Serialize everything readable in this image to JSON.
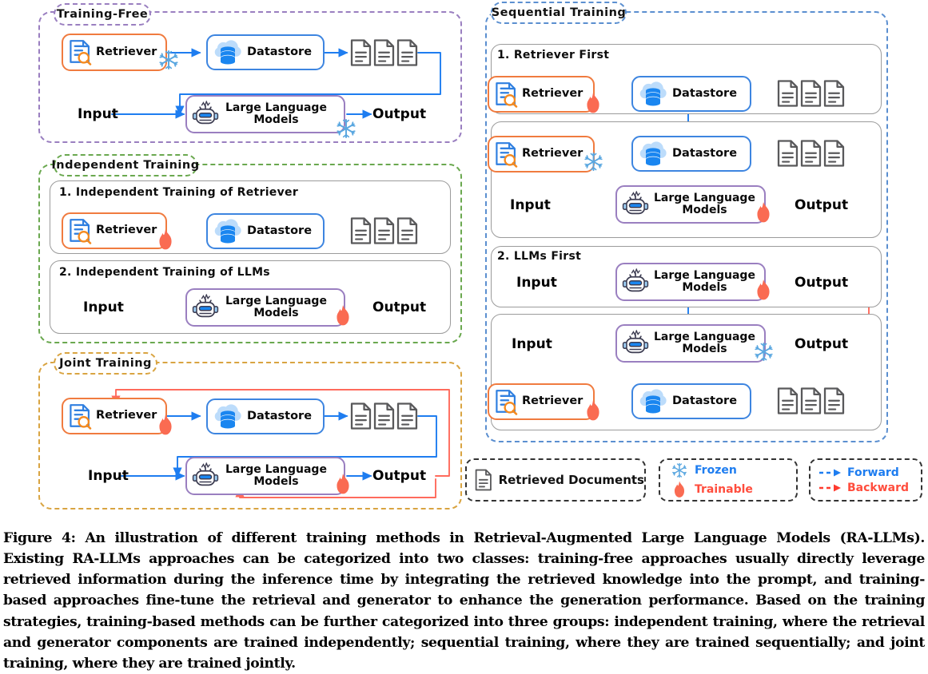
{
  "figure": {
    "caption": "Figure 4: An illustration of different training methods in Retrieval-Augmented Large Language Models (RA-LLMs). Existing RA-LLMs approaches can be categorized into two classes: training-free approaches usually directly leverage retrieved information during the inference time by integrating the retrieved knowledge into the prompt, and training-based approaches fine-tune the retrieval and generator to enhance the generation performance. Based on the training strategies, training-based methods can be further categorized into three groups: independent training, where the retrieval and generator components are trained independently; sequential training, where they are trained sequentially; and joint training, where they are trained jointly."
  },
  "colors": {
    "retriever_border": "#f07b3f",
    "datastore_border": "#3d85e0",
    "llm_border": "#9a7fc0",
    "forward_arrow": "#1e7df0",
    "backward_arrow": "#ff4d3d",
    "frozen": "#5aa7e0",
    "trainable": "#fa6b52",
    "group_training_free": "#9a7fc0",
    "group_independent": "#6aa84f",
    "group_joint": "#d9a441",
    "group_sequential": "#5b8fd0",
    "document_gray": "#59595b"
  },
  "nodes": {
    "retriever": "Retriever",
    "datastore": "Datastore",
    "llm": "Large Language\nModels",
    "llm_line1": "Large Language",
    "llm_line2": "Models",
    "input": "Input",
    "output": "Output"
  },
  "groups": {
    "training_free": {
      "title": "Training-Free"
    },
    "independent": {
      "title": "Independent Training",
      "steps": [
        {
          "label": "1. Independent Training of Retriever"
        },
        {
          "label": "2. Independent Training of LLMs"
        }
      ]
    },
    "joint": {
      "title": "Joint Training"
    },
    "sequential": {
      "title": "Sequential Training",
      "steps": [
        {
          "label": "1. Retriever First"
        },
        {
          "label": "2. LLMs First"
        }
      ]
    }
  },
  "legend": {
    "documents": {
      "label": "Retrieved Documents",
      "icon": "document-icon"
    },
    "states": [
      {
        "label": "Frozen",
        "icon": "snowflake-icon",
        "color": "#1e7df0"
      },
      {
        "label": "Trainable",
        "icon": "flame-icon",
        "color": "#ff4d3d"
      }
    ],
    "arrows": [
      {
        "label": "Forward",
        "icon": "dashed-arrow-icon",
        "color": "#1e7df0"
      },
      {
        "label": "Backward",
        "icon": "dashed-arrow-icon",
        "color": "#ff4d3d"
      }
    ]
  }
}
